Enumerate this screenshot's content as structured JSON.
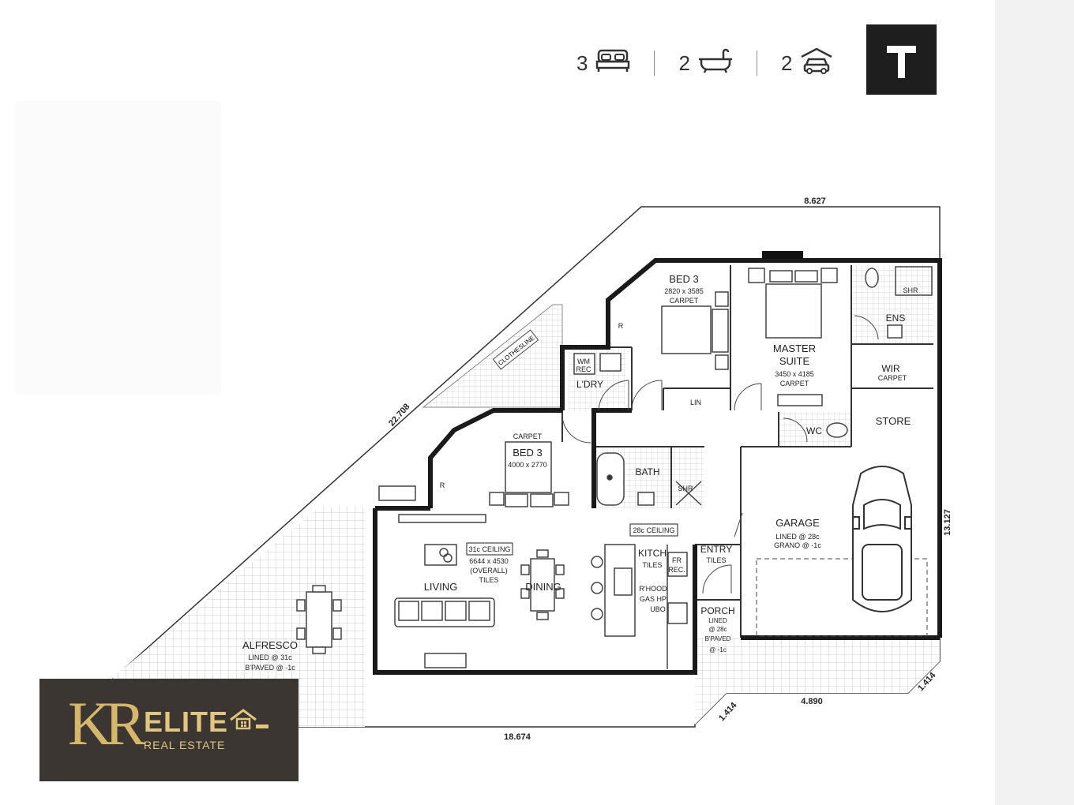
{
  "stats": {
    "bedrooms": "3",
    "bathrooms": "2",
    "garage": "2",
    "bed_icon": "bed-icon",
    "bath_icon": "bathtub-icon",
    "car_icon": "garage-car-icon"
  },
  "brand_badge": {
    "icon": "t-logo-icon",
    "color": "#1e1e1e"
  },
  "dimensions": {
    "top": "8.627",
    "diagonal": "22.708",
    "right": "13.127",
    "bottom_left": "18.674",
    "bottom_right": "4.890",
    "chamfer_left": "1.414",
    "chamfer_right": "1.414"
  },
  "rooms": {
    "bed3_top": {
      "name": "BED 3",
      "size": "2820 x 3585",
      "floor": "CARPET"
    },
    "master": {
      "name1": "MASTER",
      "name2": "SUITE",
      "size": "3450 x 4185",
      "floor": "CARPET"
    },
    "ens": "ENS",
    "shr_top": "SHR",
    "wir": {
      "name": "WIR",
      "floor": "CARPET"
    },
    "wm": "WM",
    "rec": "REC",
    "laundry": "L'DRY",
    "lin": "LIN",
    "wc": "WC",
    "store": "STORE",
    "bed3_mid": {
      "floor": "CARPET",
      "name": "BED 3",
      "size": "4000 x 2770"
    },
    "bath": "BATH",
    "shr_mid": "SHR",
    "r1": "R",
    "r2": "R",
    "ceiling_28": "28c CEILING",
    "ceiling_31": "31c CEILING",
    "living_size": "6644 x 4530",
    "overall": "(OVERALL)",
    "tiles": "TILES",
    "living": "LIVING",
    "dining": "DINING",
    "kitchen": "KITCH",
    "kitchen_tiles": "TILES",
    "fr": "FR",
    "fr_rec": "REC.",
    "rhood": "R'HOOD",
    "gas_hp": "GAS HP",
    "ubo": "UBO",
    "entry": "ENTRY",
    "entry_tiles": "TILES",
    "porch": "PORCH",
    "porch_lined": "LINED",
    "porch_28c": "@ 28c",
    "porch_bpaved": "B'PAVED",
    "porch_neg": "@ -1c",
    "garage": "GARAGE",
    "garage_lined": "LINED @ 28c",
    "garage_grano": "GRANO @ -1c",
    "alfresco": "ALFRESCO",
    "alfresco_lined": "LINED @ 31c",
    "alfresco_bpaved": "B'PAVED @ -1c",
    "clothesline": "CLOTHESLINE"
  },
  "agency_logo": {
    "letters": "KR",
    "name": "ELITE",
    "subtitle": "REAL ESTATE",
    "colors": {
      "background": "#3b3631",
      "gold": "#d6b66a"
    }
  }
}
